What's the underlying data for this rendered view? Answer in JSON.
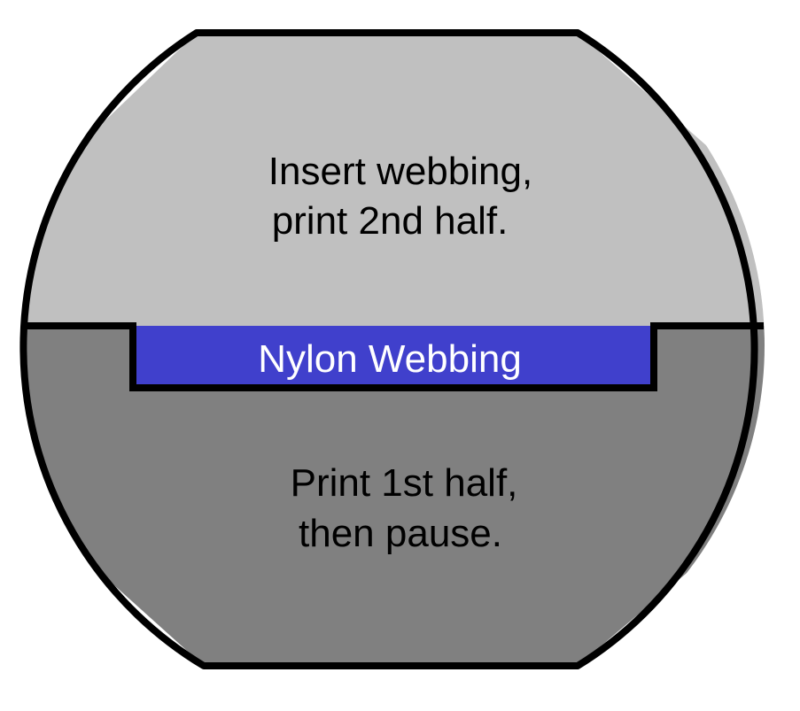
{
  "colors": {
    "background": "#ffffff",
    "top_half": "#c0c0c0",
    "bottom_half": "#808080",
    "webbing": "#4040cc",
    "outline": "#000000",
    "dark_text": "#000000",
    "light_text": "#ffffff"
  },
  "regions": {
    "top": {
      "line1": "Insert webbing,",
      "line2": "print 2nd half."
    },
    "webbing": {
      "label": "Nylon Webbing"
    },
    "bottom": {
      "line1": "Print 1st half,",
      "line2": "then pause."
    }
  }
}
